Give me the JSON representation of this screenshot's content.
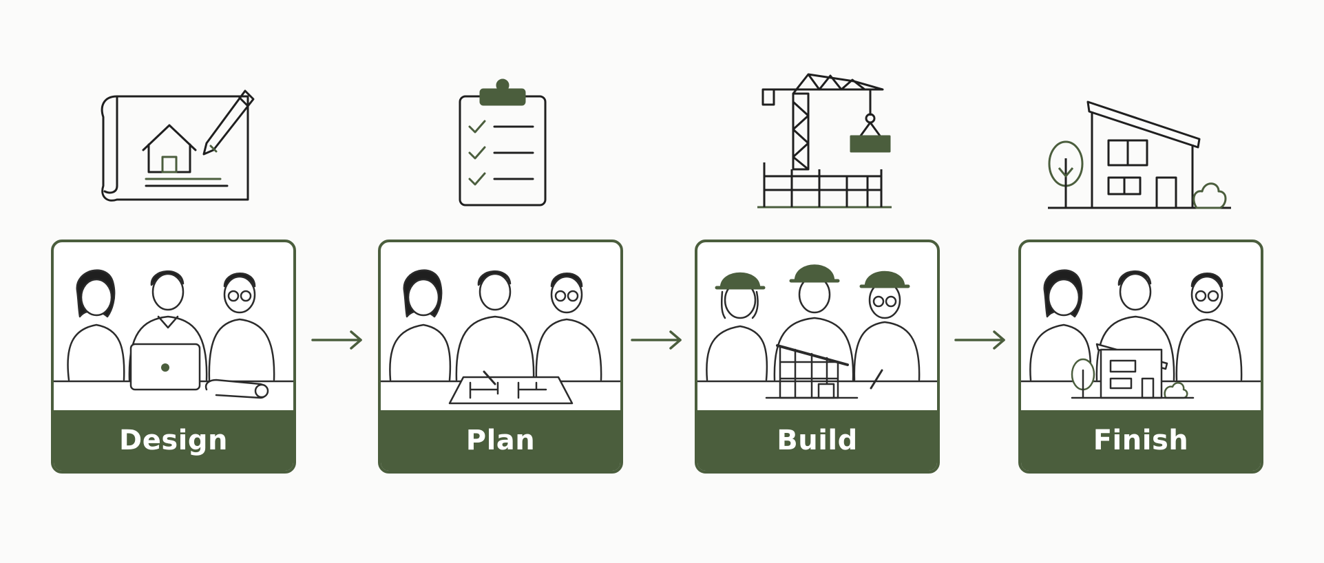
{
  "accent_color": "#4b5e3d",
  "line_color": "#1f1f1f",
  "steps": [
    {
      "label": "Design",
      "icon": "blueprint-pencil-icon",
      "scene": "team-at-laptop"
    },
    {
      "label": "Plan",
      "icon": "clipboard-checklist-icon",
      "scene": "team-reviewing-floorplan"
    },
    {
      "label": "Build",
      "icon": "tower-crane-icon",
      "scene": "team-in-hard-hats-with-house-frame"
    },
    {
      "label": "Finish",
      "icon": "finished-house-icon",
      "scene": "team-with-completed-house"
    }
  ]
}
